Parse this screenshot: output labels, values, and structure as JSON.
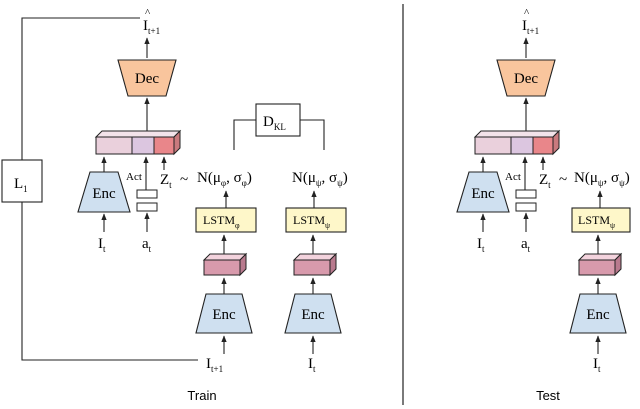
{
  "colors": {
    "encoder_fill": "#cfe0f0",
    "decoder_fill": "#f9c59d",
    "lstm_fill": "#fef7c9",
    "embed_light": "#ead0dc",
    "embed_mid": "#dcc6e0",
    "embed_red": "#e9868a",
    "latent_pink": "#d89aac",
    "latent_pink_top": "#f3d3dd",
    "latent_pink_side": "#b97a8e",
    "stroke": "#222222"
  },
  "captions": {
    "train": "Train",
    "test": "Test"
  },
  "train": {
    "i_hat_base": "I",
    "i_hat_accent": "^",
    "i_hat_sub": "t+1",
    "dec_label": "Dec",
    "enc_label": "Enc",
    "act_label": "Act",
    "z_base": "Z",
    "z_sub": "t",
    "tilde": "~",
    "n_phi": "N(μ",
    "n_phi_sub1": "φ",
    "n_phi_mid": ", σ",
    "n_phi_sub2": "φ",
    "n_phi_close": ")",
    "n_psi": "N(μ",
    "n_psi_sub1": "ψ",
    "n_psi_mid": ", σ",
    "n_psi_sub2": "ψ",
    "n_psi_close": ")",
    "dkl_base": "D",
    "dkl_sub": "KL",
    "l1_base": "L",
    "l1_sub": "1",
    "lstm_phi_base": "LSTM",
    "lstm_phi_sub": "φ",
    "lstm_psi_base": "LSTM",
    "lstm_psi_sub": "ψ",
    "enc_phi_label": "Enc",
    "enc_psi_label": "Enc",
    "i_t_base": "I",
    "i_t_sub": "t",
    "a_t_base": "a",
    "a_t_sub": "t",
    "i_t1_base": "I",
    "i_t1_sub": "t+1",
    "i_t_psi_base": "I",
    "i_t_psi_sub": "t"
  },
  "test": {
    "i_hat_base": "I",
    "i_hat_accent": "^",
    "i_hat_sub": "t+1",
    "dec_label": "Dec",
    "enc_label": "Enc",
    "act_label": "Act",
    "z_base": "Z",
    "z_sub": "t",
    "tilde": "~",
    "n_psi": "N(μ",
    "n_psi_sub1": "ψ",
    "n_psi_mid": ", σ",
    "n_psi_sub2": "ψ",
    "n_psi_close": ")",
    "lstm_psi_base": "LSTM",
    "lstm_psi_sub": "ψ",
    "enc_psi_label": "Enc",
    "i_t_base": "I",
    "i_t_sub": "t",
    "a_t_base": "a",
    "a_t_sub": "t",
    "i_t_psi_base": "I",
    "i_t_psi_sub": "t"
  }
}
